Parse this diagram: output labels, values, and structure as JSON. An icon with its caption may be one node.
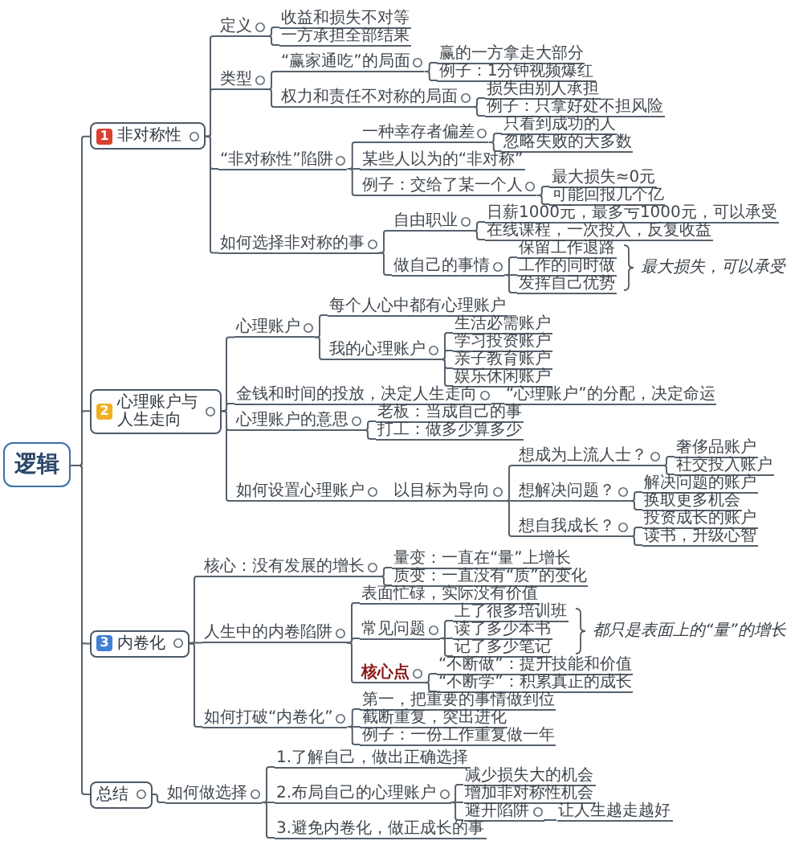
{
  "diagram": {
    "nodes": [
      {
        "text": [
          "逻辑"
        ]
      },
      {
        "text": [
          "1",
          "非对称性"
        ]
      },
      {
        "text": [
          "定义"
        ]
      },
      {
        "text": [
          "收益和损失不对等"
        ]
      },
      {
        "text": [
          "一方承担全部结果"
        ]
      },
      {
        "text": [
          "类型"
        ]
      },
      {
        "text": [
          "“赢家通吃”的局面"
        ]
      },
      {
        "text": [
          "赢的一方拿走大部分"
        ]
      },
      {
        "text": [
          "例子：1分钟视频爆红"
        ]
      },
      {
        "text": [
          "权力和责任不对称的局面"
        ]
      },
      {
        "text": [
          "损失由别人承担"
        ]
      },
      {
        "text": [
          "例子：只拿好处不担风险"
        ]
      },
      {
        "text": [
          "“非对称性”陷阱"
        ]
      },
      {
        "text": [
          "一种幸存者偏差"
        ]
      },
      {
        "text": [
          "只看到成功的人"
        ]
      },
      {
        "text": [
          "忽略失败的大多数"
        ]
      },
      {
        "text": [
          "某些人以为的“非对称”"
        ]
      },
      {
        "text": [
          "例子：交给了某一个人"
        ]
      },
      {
        "text": [
          "最大损失≈0元"
        ]
      },
      {
        "text": [
          "可能回报几个亿"
        ]
      },
      {
        "text": [
          "如何选择非对称的事"
        ]
      },
      {
        "text": [
          "自由职业"
        ]
      },
      {
        "text": [
          "日薪1000元，最多亏1000元，可以承受"
        ]
      },
      {
        "text": [
          "在线课程，一次投入，反复收益"
        ]
      },
      {
        "text": [
          "做自己的事情"
        ]
      },
      {
        "text": [
          "保留工作退路"
        ]
      },
      {
        "text": [
          "工作的同时做"
        ]
      },
      {
        "text": [
          "发挥自己优势"
        ]
      },
      {
        "text": [
          "2",
          "心理账户与人生走向"
        ]
      },
      {
        "text": [
          "心理账户"
        ]
      },
      {
        "text": [
          "每个人心中都有心理账户"
        ]
      },
      {
        "text": [
          "我的心理账户"
        ]
      },
      {
        "text": [
          "生活必需账户"
        ]
      },
      {
        "text": [
          "学习投资账户"
        ]
      },
      {
        "text": [
          "亲子教育账户"
        ]
      },
      {
        "text": [
          "娱乐休闲账户"
        ]
      },
      {
        "text": [
          "金钱和时间的投放，决定人生走向"
        ]
      },
      {
        "text": [
          "“心理账户”的分配，决定命运"
        ]
      },
      {
        "text": [
          "心理账户的意思"
        ]
      },
      {
        "text": [
          "老板：当成自己的事"
        ]
      },
      {
        "text": [
          "打工：做多少算多少"
        ]
      },
      {
        "text": [
          "如何设置心理账户"
        ]
      },
      {
        "text": [
          "以目标为导向"
        ]
      },
      {
        "text": [
          "想成为上流人士？"
        ]
      },
      {
        "text": [
          "奢侈品账户"
        ]
      },
      {
        "text": [
          "社交投入账户"
        ]
      },
      {
        "text": [
          "想解决问题？"
        ]
      },
      {
        "text": [
          "解决问题的账户"
        ]
      },
      {
        "text": [
          "换取更多机会"
        ]
      },
      {
        "text": [
          "想自我成长？"
        ]
      },
      {
        "text": [
          "投资成长的账户"
        ]
      },
      {
        "text": [
          "读书，升级心智"
        ]
      },
      {
        "text": [
          "3",
          "内卷化"
        ]
      },
      {
        "text": [
          "核心：没有发展的增长"
        ]
      },
      {
        "text": [
          "量变：一直在“量”上增长"
        ]
      },
      {
        "text": [
          "质变：一直没有“质”的变化"
        ]
      },
      {
        "text": [
          "人生中的内卷陷阱"
        ]
      },
      {
        "text": [
          "表面忙碌，实际没有价值"
        ]
      },
      {
        "text": [
          "常见问题"
        ]
      },
      {
        "text": [
          "上了很多培训班"
        ]
      },
      {
        "text": [
          "读了多少本书"
        ]
      },
      {
        "text": [
          "记了多少笔记"
        ]
      },
      {
        "text": [
          "核心点"
        ]
      },
      {
        "text": [
          "“不断做”：提升技能和价值"
        ]
      },
      {
        "text": [
          "“不断学”：积累真正的成长"
        ]
      },
      {
        "text": [
          "如何打破“内卷化”"
        ]
      },
      {
        "text": [
          "第一，把重要的事情做到位"
        ]
      },
      {
        "text": [
          "截断重复，突出进化"
        ]
      },
      {
        "text": [
          "例子：一份工作重复做一年"
        ]
      },
      {
        "text": [
          "总结"
        ]
      },
      {
        "text": [
          "如何做选择"
        ]
      },
      {
        "text": [
          "1.了解自己，做出正确选择"
        ]
      },
      {
        "text": [
          "2.布局自己的心理账户"
        ]
      },
      {
        "text": [
          "减少损失大的机会"
        ]
      },
      {
        "text": [
          "增加非对称性机会"
        ]
      },
      {
        "text": [
          "避开陷阱"
        ]
      },
      {
        "text": [
          "让人生越走越好"
        ]
      },
      {
        "text": [
          "3.避免内卷化，做正成长的事"
        ]
      }
    ],
    "edges": [
      {
        "from": 0,
        "to": 1,
        "arrow": "none"
      },
      {
        "from": 1,
        "to": 2,
        "arrow": "none"
      },
      {
        "from": 2,
        "to": 3,
        "arrow": "none"
      },
      {
        "from": 2,
        "to": 4,
        "arrow": "none"
      },
      {
        "from": 1,
        "to": 5,
        "arrow": "none"
      },
      {
        "from": 5,
        "to": 6,
        "arrow": "none"
      },
      {
        "from": 6,
        "to": 7,
        "arrow": "none"
      },
      {
        "from": 6,
        "to": 8,
        "arrow": "none"
      },
      {
        "from": 5,
        "to": 9,
        "arrow": "none"
      },
      {
        "from": 9,
        "to": 10,
        "arrow": "none"
      },
      {
        "from": 9,
        "to": 11,
        "arrow": "none"
      },
      {
        "from": 1,
        "to": 12,
        "arrow": "none"
      },
      {
        "from": 12,
        "to": 13,
        "arrow": "none"
      },
      {
        "from": 13,
        "to": 14,
        "arrow": "none"
      },
      {
        "from": 13,
        "to": 15,
        "arrow": "none"
      },
      {
        "from": 12,
        "to": 16,
        "arrow": "none"
      },
      {
        "from": 12,
        "to": 17,
        "arrow": "none"
      },
      {
        "from": 17,
        "to": 18,
        "arrow": "none"
      },
      {
        "from": 17,
        "to": 19,
        "arrow": "none"
      },
      {
        "from": 1,
        "to": 20,
        "arrow": "none"
      },
      {
        "from": 20,
        "to": 21,
        "arrow": "none"
      },
      {
        "from": 21,
        "to": 22,
        "arrow": "none"
      },
      {
        "from": 21,
        "to": 23,
        "arrow": "none"
      },
      {
        "from": 20,
        "to": 24,
        "arrow": "none"
      },
      {
        "from": 24,
        "to": 25,
        "arrow": "none"
      },
      {
        "from": 24,
        "to": 26,
        "arrow": "none"
      },
      {
        "from": 24,
        "to": 27,
        "arrow": "none"
      },
      {
        "from": 0,
        "to": 28,
        "arrow": "none"
      },
      {
        "from": 28,
        "to": 29,
        "arrow": "none"
      },
      {
        "from": 29,
        "to": 30,
        "arrow": "none"
      },
      {
        "from": 29,
        "to": 31,
        "arrow": "none"
      },
      {
        "from": 31,
        "to": 32,
        "arrow": "none"
      },
      {
        "from": 31,
        "to": 33,
        "arrow": "none"
      },
      {
        "from": 31,
        "to": 34,
        "arrow": "none"
      },
      {
        "from": 31,
        "to": 35,
        "arrow": "none"
      },
      {
        "from": 28,
        "to": 36,
        "arrow": "none"
      },
      {
        "from": 36,
        "to": 37,
        "arrow": "none"
      },
      {
        "from": 28,
        "to": 38,
        "arrow": "none"
      },
      {
        "from": 38,
        "to": 39,
        "arrow": "none"
      },
      {
        "from": 38,
        "to": 40,
        "arrow": "none"
      },
      {
        "from": 28,
        "to": 41,
        "arrow": "none"
      },
      {
        "from": 41,
        "to": 42,
        "arrow": "none"
      },
      {
        "from": 42,
        "to": 43,
        "arrow": "none"
      },
      {
        "from": 43,
        "to": 44,
        "arrow": "none"
      },
      {
        "from": 43,
        "to": 45,
        "arrow": "none"
      },
      {
        "from": 42,
        "to": 46,
        "arrow": "none"
      },
      {
        "from": 46,
        "to": 47,
        "arrow": "none"
      },
      {
        "from": 46,
        "to": 48,
        "arrow": "none"
      },
      {
        "from": 42,
        "to": 49,
        "arrow": "none"
      },
      {
        "from": 49,
        "to": 50,
        "arrow": "none"
      },
      {
        "from": 49,
        "to": 51,
        "arrow": "none"
      },
      {
        "from": 0,
        "to": 52,
        "arrow": "none"
      },
      {
        "from": 52,
        "to": 53,
        "arrow": "none"
      },
      {
        "from": 53,
        "to": 54,
        "arrow": "none"
      },
      {
        "from": 53,
        "to": 55,
        "arrow": "none"
      },
      {
        "from": 52,
        "to": 56,
        "arrow": "none"
      },
      {
        "from": 56,
        "to": 57,
        "arrow": "none"
      },
      {
        "from": 56,
        "to": 58,
        "arrow": "none"
      },
      {
        "from": 58,
        "to": 59,
        "arrow": "none"
      },
      {
        "from": 58,
        "to": 60,
        "arrow": "none"
      },
      {
        "from": 58,
        "to": 61,
        "arrow": "none"
      },
      {
        "from": 56,
        "to": 62,
        "arrow": "none"
      },
      {
        "from": 62,
        "to": 63,
        "arrow": "none"
      },
      {
        "from": 62,
        "to": 64,
        "arrow": "none"
      },
      {
        "from": 52,
        "to": 65,
        "arrow": "none"
      },
      {
        "from": 65,
        "to": 66,
        "arrow": "none"
      },
      {
        "from": 65,
        "to": 67,
        "arrow": "none"
      },
      {
        "from": 65,
        "to": 68,
        "arrow": "none"
      },
      {
        "from": 0,
        "to": 69,
        "arrow": "none"
      },
      {
        "from": 69,
        "to": 70,
        "arrow": "none"
      },
      {
        "from": 70,
        "to": 71,
        "arrow": "none"
      },
      {
        "from": 70,
        "to": 72,
        "arrow": "none"
      },
      {
        "from": 72,
        "to": 73,
        "arrow": "none"
      },
      {
        "from": 72,
        "to": 74,
        "arrow": "none"
      },
      {
        "from": 72,
        "to": 75,
        "arrow": "none"
      },
      {
        "from": 75,
        "to": 76,
        "arrow": "none"
      },
      {
        "from": 70,
        "to": 77,
        "arrow": "none"
      }
    ],
    "labels": [
      "最大损失，可以承受",
      "都只是表面上的“量”的增长"
    ]
  }
}
